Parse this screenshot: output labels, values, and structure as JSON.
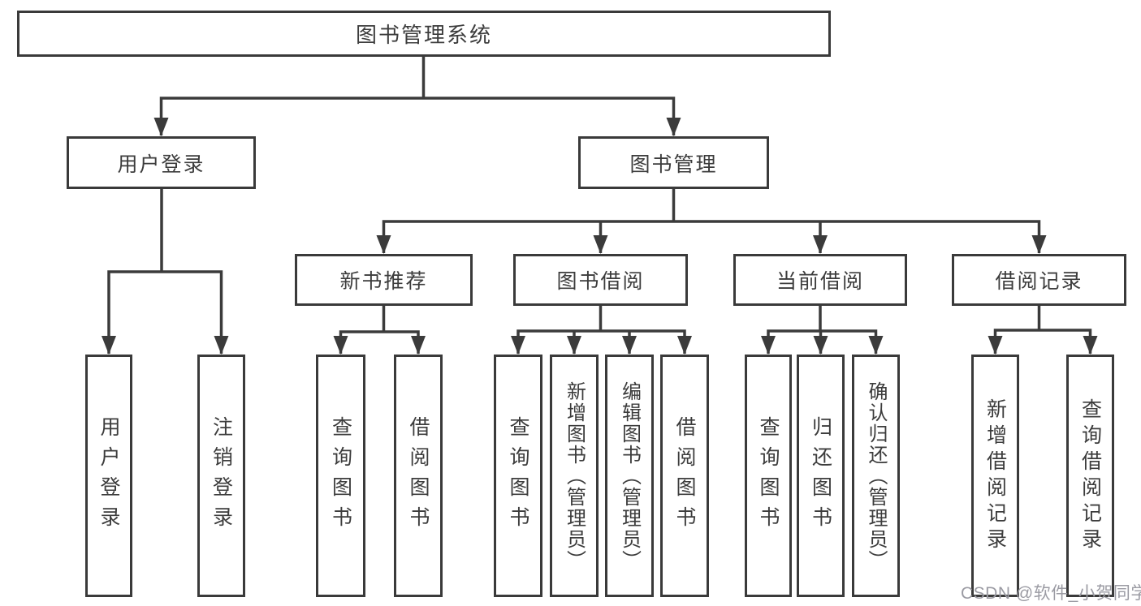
{
  "diagram": {
    "root": {
      "label": "图书管理系统"
    },
    "branches": [
      {
        "label": "用户登录",
        "leaves": [
          "用户登录",
          "注销登录"
        ]
      },
      {
        "label": "图书管理",
        "groups": [
          {
            "label": "新书推荐",
            "leaves": [
              "查询图书",
              "借阅图书"
            ]
          },
          {
            "label": "图书借阅",
            "leaves": [
              "查询图书",
              "新增图书（管理员）",
              "编辑图书（管理员）",
              "借阅图书"
            ]
          },
          {
            "label": "当前借阅",
            "leaves": [
              "查询图书",
              "归还图书",
              "确认归还（管理员）"
            ]
          },
          {
            "label": "借阅记录",
            "leaves": [
              "新增借阅记录",
              "查询借阅记录"
            ]
          }
        ]
      }
    ]
  },
  "watermark": {
    "text": "CSDN @软件_小贺同学"
  },
  "colors": {
    "line": "#3b3b3b",
    "box_border": "#3a3a3a",
    "text": "#3c3c3c",
    "watermark": "#9b9ba3",
    "background": "#ffffff"
  }
}
